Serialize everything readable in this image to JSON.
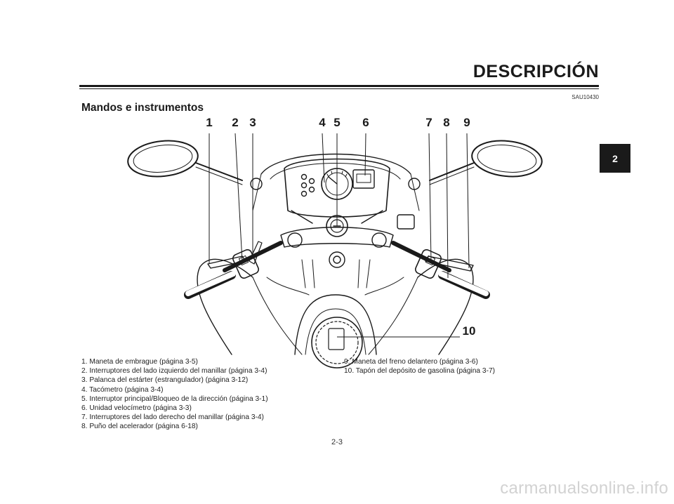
{
  "header": {
    "section_title": "DESCRIPCIÓN",
    "doc_code": "SAU10430",
    "subtitle": "Mandos e instrumentos"
  },
  "chapter_tab": "2",
  "figure": {
    "callouts": [
      "1",
      "2",
      "3",
      "4",
      "5",
      "6",
      "7",
      "8",
      "9",
      "10"
    ]
  },
  "captions": {
    "left": [
      "1. Maneta de embrague (página 3-5)",
      "2. Interruptores del lado izquierdo del manillar (página 3-4)",
      "3. Palanca del estárter (estrangulador) (página 3-12)",
      "4. Tacómetro (página 3-4)",
      "5. Interruptor principal/Bloqueo de la dirección (página 3-1)",
      "6. Unidad velocímetro (página 3-3)",
      "7. Interruptores del lado derecho del manillar (página 3-4)",
      "8. Puño del acelerador (página 6-18)"
    ],
    "right": [
      "9. Maneta del freno delantero (página 3-6)",
      "10. Tapón del depósito de gasolina (página 3-7)"
    ]
  },
  "page_number": "2-3",
  "watermark": "carmanualsonline.info"
}
